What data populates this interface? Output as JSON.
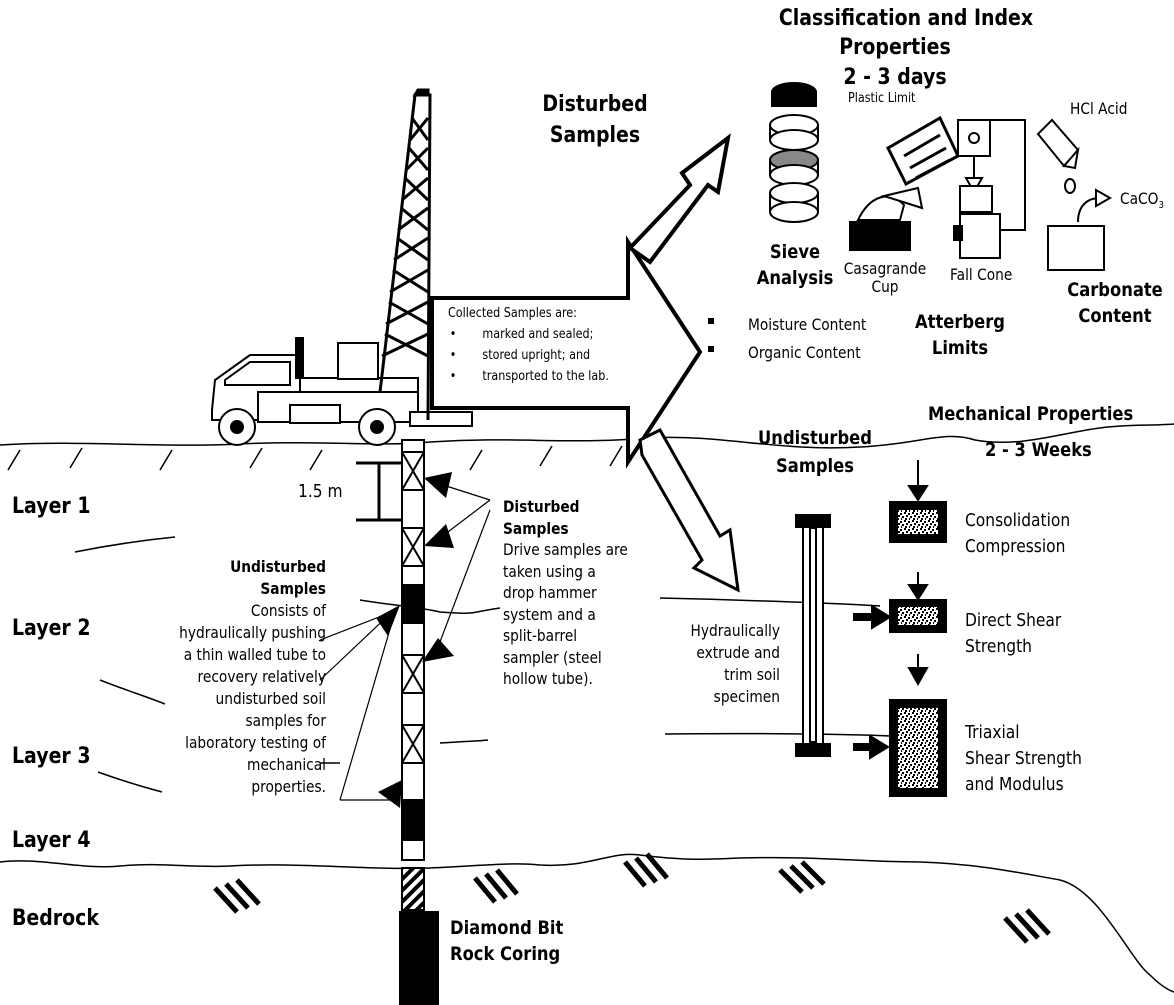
{
  "classification": {
    "title_line1": "Classification and Index",
    "title_line2": "Properties",
    "duration": "2 - 3 days"
  },
  "disturbed_top": {
    "line1": "Disturbed",
    "line2": "Samples"
  },
  "sieve": {
    "line1": "Sieve",
    "line2": "Analysis"
  },
  "plastic_limit": "Plastic Limit",
  "hcl_acid": "HCl Acid",
  "caco3": "CaCO",
  "caco3_sub": "3",
  "casagrande": {
    "line1": "Casagrande",
    "line2": "Cup"
  },
  "fall_cone": "Fall Cone",
  "atterberg": {
    "line1": "Atterberg",
    "line2": "Limits"
  },
  "carbonate": {
    "line1": "Carbonate",
    "line2": "Content"
  },
  "moisture_content": "Moisture Content",
  "organic_content": "Organic Content",
  "collected": {
    "heading": "Collected Samples are:",
    "items": [
      "marked and sealed;",
      "stored upright; and",
      "transported to the lab."
    ]
  },
  "mechanical": {
    "title": "Mechanical Properties",
    "duration": "2 - 3 Weeks"
  },
  "undisturbed_top": {
    "line1": "Undisturbed",
    "line2": "Samples"
  },
  "spacing": "1.5 m",
  "layers": [
    "Layer 1",
    "Layer 2",
    "Layer 3",
    "Layer 4"
  ],
  "bedrock": "Bedrock",
  "disturbed_left": {
    "title1": "Disturbed",
    "title2": "Samples",
    "body": [
      "Drive samples are",
      "taken using a",
      "drop hammer",
      "system and a",
      "split-barrel",
      "sampler (steel",
      "hollow tube)."
    ]
  },
  "undisturbed_left": {
    "title1": "Undisturbed",
    "title2": "Samples",
    "body": [
      "Consists of",
      "hydraulically pushing",
      "a thin walled tube to",
      "recovery relatively",
      "undisturbed soil",
      "samples for",
      "laboratory testing of",
      "mechanical",
      "properties."
    ]
  },
  "extrude": [
    "Hydraulically",
    "extrude and",
    "trim soil",
    "specimen"
  ],
  "consolidation": {
    "line1": "Consolidation",
    "line2": "Compression"
  },
  "direct_shear": {
    "line1": "Direct Shear",
    "line2": "Strength"
  },
  "triaxial": {
    "line1": "Triaxial",
    "line2": "Shear Strength",
    "line3": "and Modulus"
  },
  "diamond": {
    "line1": "Diamond Bit",
    "line2": "Rock Coring"
  }
}
